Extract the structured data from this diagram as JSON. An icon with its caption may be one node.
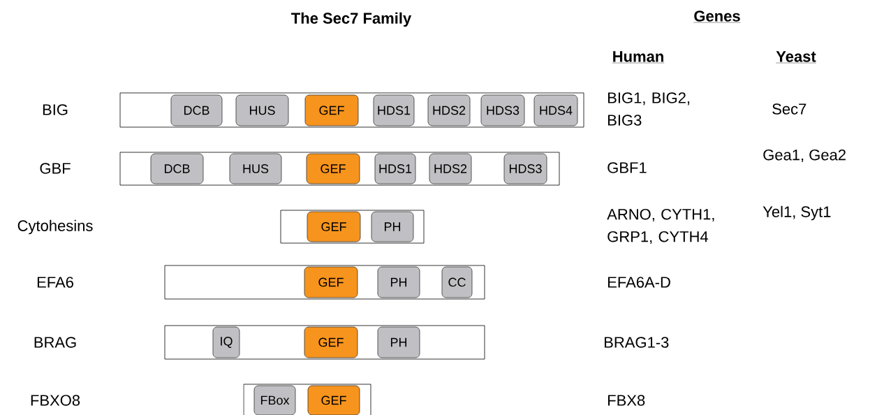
{
  "diagram": {
    "title": "The Sec7 Family",
    "nodes": [
      {
        "text": [],
        "shape": "bar"
      },
      {
        "text": [
          "DCB"
        ],
        "in": 0
      },
      {
        "text": [
          "HUS"
        ],
        "in": 0
      },
      {
        "text": [
          "GEF"
        ],
        "in": 0
      },
      {
        "text": [
          "HDS1"
        ],
        "in": 0
      },
      {
        "text": [
          "HDS2"
        ],
        "in": 0
      },
      {
        "text": [
          "HDS3"
        ],
        "in": 0
      },
      {
        "text": [
          "HDS4"
        ],
        "in": 0
      },
      {
        "text": [],
        "shape": "bar"
      },
      {
        "text": [
          "DCB"
        ],
        "in": 8
      },
      {
        "text": [
          "HUS"
        ],
        "in": 8
      },
      {
        "text": [
          "GEF"
        ],
        "in": 8
      },
      {
        "text": [
          "HDS1"
        ],
        "in": 8
      },
      {
        "text": [
          "HDS2"
        ],
        "in": 8
      },
      {
        "text": [
          "HDS3"
        ],
        "in": 8
      },
      {
        "text": [],
        "shape": "bar"
      },
      {
        "text": [
          "GEF"
        ],
        "in": 15
      },
      {
        "text": [
          "PH"
        ],
        "in": 15
      },
      {
        "text": [],
        "shape": "bar"
      },
      {
        "text": [
          "GEF"
        ],
        "in": 18
      },
      {
        "text": [
          "PH"
        ],
        "in": 18
      },
      {
        "text": [
          "CC"
        ],
        "in": 18
      },
      {
        "text": [],
        "shape": "bar"
      },
      {
        "text": [
          "IQ"
        ],
        "in": 22
      },
      {
        "text": [
          "GEF"
        ],
        "in": 22
      },
      {
        "text": [
          "PH"
        ],
        "in": 22
      },
      {
        "text": [],
        "shape": "bar"
      },
      {
        "text": [
          "FBox"
        ],
        "in": 26
      },
      {
        "text": [
          "GEF"
        ],
        "in": 26
      }
    ],
    "labels": [
      "Genes",
      "Human",
      "Yeast",
      "BIG",
      "BIG1, BIG2, BIG3",
      "Sec7",
      "GBF",
      "GBF1",
      "Gea1, Gea2",
      "Cytohesins",
      "ARNO, CYTH1, GRP1, CYTH4",
      "Yel1, Syt1",
      "EFA6",
      "EFA6A-D",
      "BRAG",
      "BRAG1-3",
      "FBXO8",
      "FBX8"
    ]
  }
}
